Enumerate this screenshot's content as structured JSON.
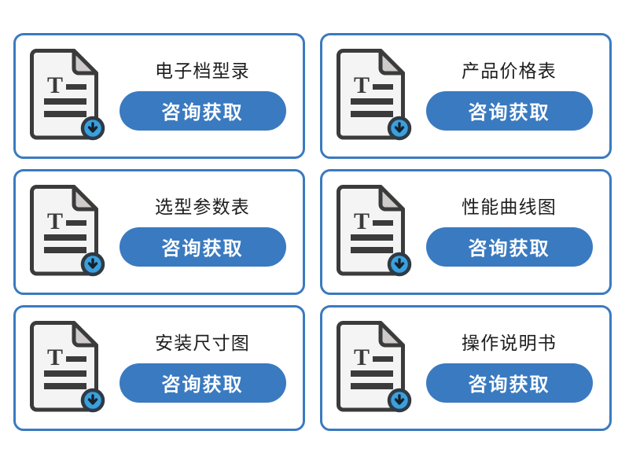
{
  "theme": {
    "accent": "#3a7ac0",
    "card_border": "#3a7ac0",
    "page_background": "#ffffff",
    "title_color": "#1d1d1d",
    "button_text_color": "#ffffff",
    "icon_outline": "#3b3b3b",
    "icon_page_fill": "#f4f4f4",
    "icon_fold_fill": "#cfcbcb",
    "icon_line_fill": "#3b3b3b",
    "badge_fill": "#3aa0de",
    "badge_outline": "#2f3a44",
    "badge_arrow": "#1b2733"
  },
  "cards": [
    {
      "id": "catalog",
      "title": "电子档型录",
      "button_label": "咨询获取",
      "icon": "document-download-icon"
    },
    {
      "id": "price-list",
      "title": "产品价格表",
      "button_label": "咨询获取",
      "icon": "document-download-icon"
    },
    {
      "id": "selection-parameters",
      "title": "选型参数表",
      "button_label": "咨询获取",
      "icon": "document-download-icon"
    },
    {
      "id": "performance-curve",
      "title": "性能曲线图",
      "button_label": "咨询获取",
      "icon": "document-download-icon"
    },
    {
      "id": "installation-dimensions",
      "title": "安装尺寸图",
      "button_label": "咨询获取",
      "icon": "document-download-icon"
    },
    {
      "id": "operation-manual",
      "title": "操作说明书",
      "button_label": "咨询获取",
      "icon": "document-download-icon"
    }
  ]
}
